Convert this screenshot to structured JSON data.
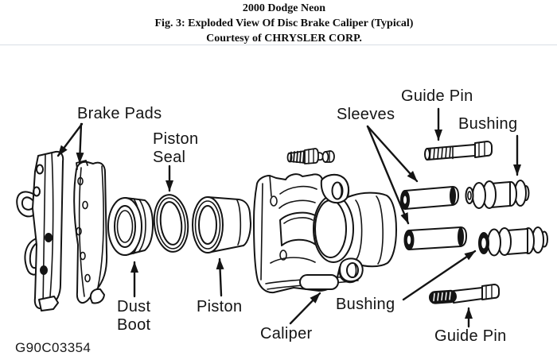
{
  "header": {
    "line1": "2000 Dodge Neon",
    "line2": "Fig. 3: Exploded View Of Disc Brake Caliper (Typical)",
    "line3": "Courtesy of CHRYSLER CORP."
  },
  "labels": {
    "brake_pads": "Brake Pads",
    "piston_seal_line1": "Piston",
    "piston_seal_line2": "Seal",
    "sleeves": "Sleeves",
    "guide_pin_top": "Guide Pin",
    "bushing_top": "Bushing",
    "dust_boot_line1": "Dust",
    "dust_boot_line2": "Boot",
    "piston": "Piston",
    "caliper": "Caliper",
    "bushing_bottom": "Bushing",
    "guide_pin_bottom": "Guide Pin"
  },
  "figure_code": "G90C03354",
  "colors": {
    "ink": "#141414",
    "background": "#ffffff",
    "divider_line": "#d9dfe5"
  }
}
